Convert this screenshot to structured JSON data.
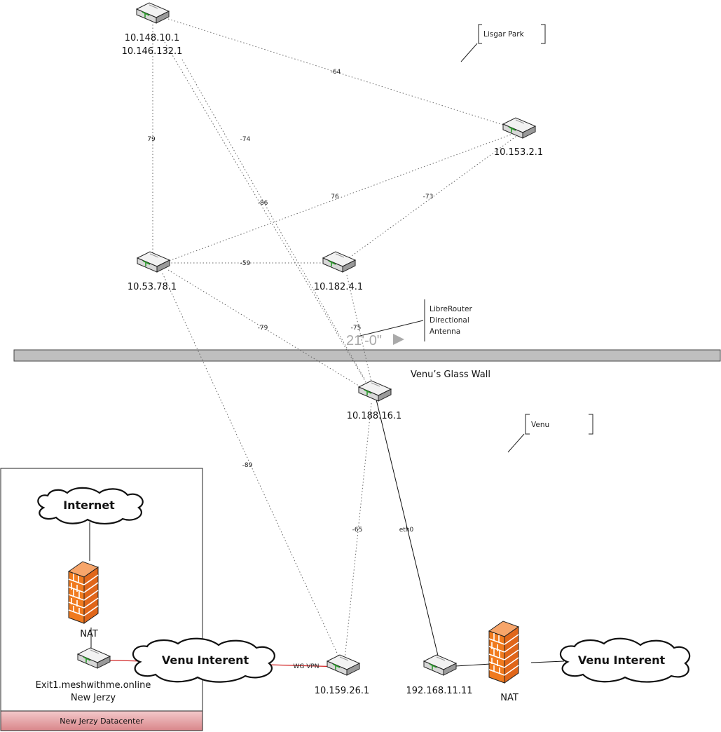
{
  "nodes": {
    "n_top": [
      "10.148.10.1",
      "10.146.132.1"
    ],
    "n_right": [
      "10.153.2.1"
    ],
    "n_left": [
      "10.53.78.1"
    ],
    "n_mid": [
      "10.182.4.1"
    ],
    "n_center": [
      "10.188.16.1"
    ],
    "n_wg": [
      "10.159.26.1"
    ],
    "n_lan": [
      "192.168.11.11"
    ],
    "n_exit": [
      "Exit1.meshwithme.online",
      "New Jerzy"
    ]
  },
  "links": [
    {
      "label": "-64"
    },
    {
      "label": "79"
    },
    {
      "label": "-74"
    },
    {
      "label": "-86"
    },
    {
      "label": "76"
    },
    {
      "label": "-73"
    },
    {
      "label": "-59"
    },
    {
      "label": "-79"
    },
    {
      "label": "-75"
    },
    {
      "label": "-89"
    },
    {
      "label": "-65"
    },
    {
      "label": "eth0"
    },
    {
      "label": "WG VPN"
    }
  ],
  "annotations": {
    "lisgar": "Lisgar Park",
    "venu": "Venu",
    "antenna": [
      "LibreRouter",
      "Directional",
      "Antenna"
    ],
    "wall": "Venu’s Glass Wall",
    "dimension": "21'-0\""
  },
  "clouds": {
    "internet": "Internet",
    "venu_left": "Venu Interent",
    "venu_right": "Venu Interent"
  },
  "firewalls": {
    "left_nat": "NAT",
    "right_nat": "NAT"
  },
  "datacenter": {
    "title": "New Jerzy Datacenter"
  },
  "colors": {
    "firewall": "#f07a1e",
    "vpn_line": "#d02020",
    "datacenter_bar": "#d9868a",
    "wall": "#bfbfbf"
  }
}
